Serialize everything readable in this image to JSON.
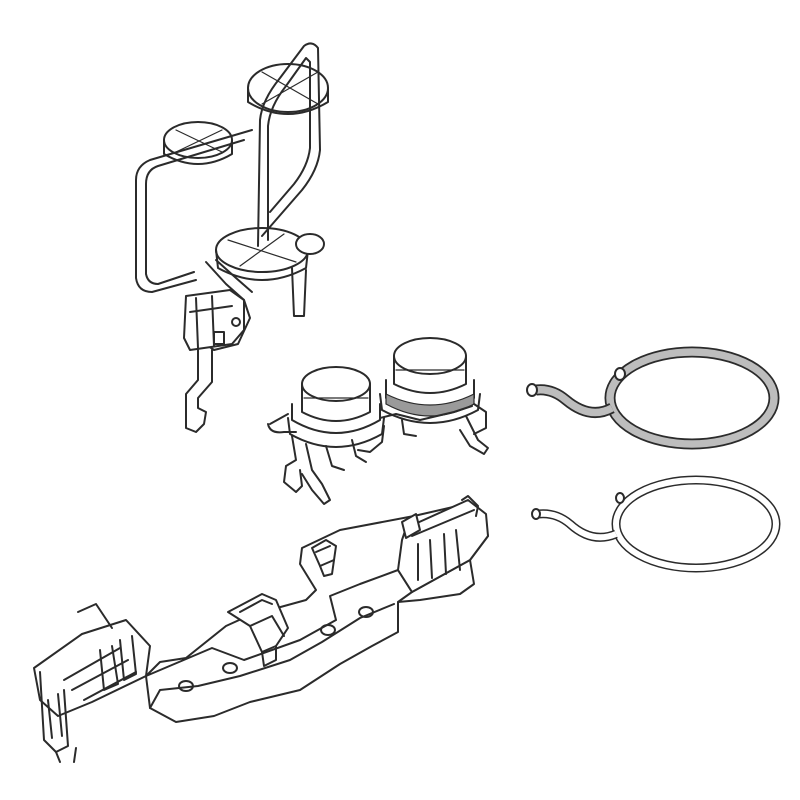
{
  "diagram": {
    "style": "monochrome line-art exploded parts illustration",
    "parts": [
      {
        "id": "holder",
        "icon": "twin-cup-holder-frame-icon"
      },
      {
        "id": "valves",
        "icon": "twin-cap-connector-icon"
      },
      {
        "id": "hose_shaded",
        "icon": "coiled-hose-icon"
      },
      {
        "id": "hose_plain",
        "icon": "coiled-hose-icon"
      },
      {
        "id": "rail",
        "icon": "mounting-bracket-rail-icon"
      }
    ],
    "colors": {
      "stroke": "#2b2b2b",
      "background": "#ffffff",
      "part_fill": "#ffffff",
      "hose_shaded_fill": "#bdbdbd",
      "cap_shade": "#9a9a9a"
    }
  }
}
